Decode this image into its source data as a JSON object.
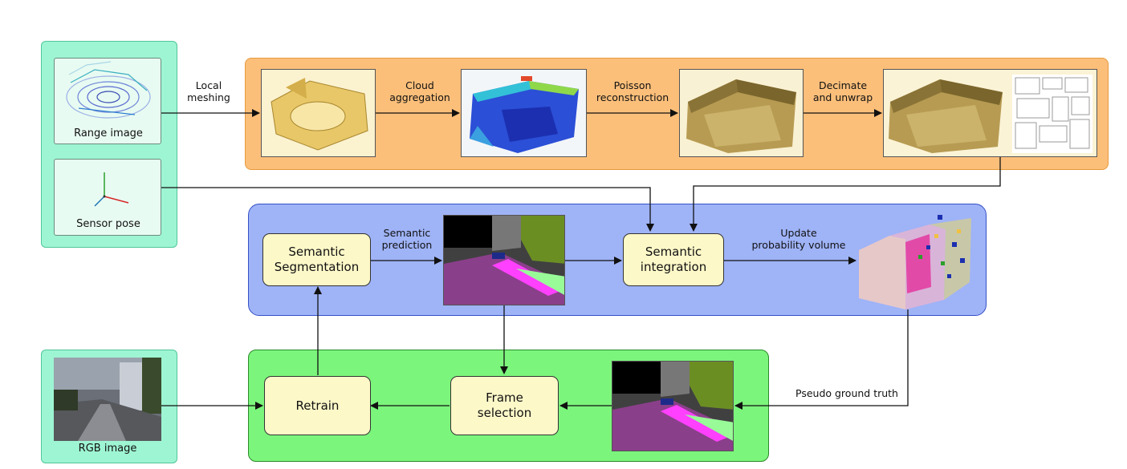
{
  "inputs": {
    "range_image": "Range image",
    "sensor_pose": "Sensor pose",
    "rgb_image": "RGB image"
  },
  "mesh_pipeline": {
    "local_meshing_1": "Local",
    "local_meshing_2": "meshing",
    "cloud_aggregation_1": "Cloud",
    "cloud_aggregation_2": "aggregation",
    "poisson_1": "Poisson",
    "poisson_2": "reconstruction",
    "decimate_1": "Decimate",
    "decimate_2": "and unwrap"
  },
  "semantic_block": {
    "segmentation_1": "Semantic",
    "segmentation_2": "Segmentation",
    "prediction_1": "Semantic",
    "prediction_2": "prediction",
    "integration_1": "Semantic",
    "integration_2": "integration",
    "update_1": "Update",
    "update_2": "probability volume"
  },
  "training_block": {
    "retrain": "Retrain",
    "frame_selection_1": "Frame",
    "frame_selection_2": "selection",
    "pseudo_gt": "Pseudo ground truth"
  },
  "colors": {
    "input_panel": "#9ef5d3",
    "mesh_panel": "#fcbf7a",
    "semantic_panel": "#9fb3f7",
    "training_panel": "#7cf57c",
    "node_fill": "#fdf8c8"
  }
}
